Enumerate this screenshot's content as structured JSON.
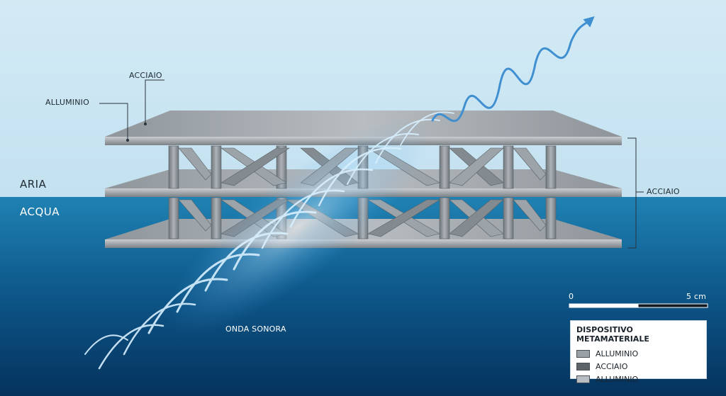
{
  "labels": {
    "top_steel": "ACCIAIO",
    "top_aluminium": "ALLUMINIO",
    "air": "ARIA",
    "water": "ACQUA",
    "side_steel": "ACCIAIO",
    "sound_wave": "ONDA SONORA"
  },
  "scale": {
    "start": "0",
    "end": "5 cm"
  },
  "legend": {
    "title": "DISPOSITIVO METAMATERIALE",
    "items": [
      {
        "label": "ALLUMINIO",
        "color": "#9aa1a6"
      },
      {
        "label": "ACCIAIO",
        "color": "#5d6368"
      },
      {
        "label": "ALLUMINIO",
        "color": "#b9bec2"
      }
    ]
  },
  "colors": {
    "sky": "#cbe5f2",
    "water_top": "#1e7fb0",
    "water_bottom": "#06355f",
    "metal": "#9ba2a7",
    "wave": "#bfe6ff",
    "arrow": "#3f8fd1"
  }
}
